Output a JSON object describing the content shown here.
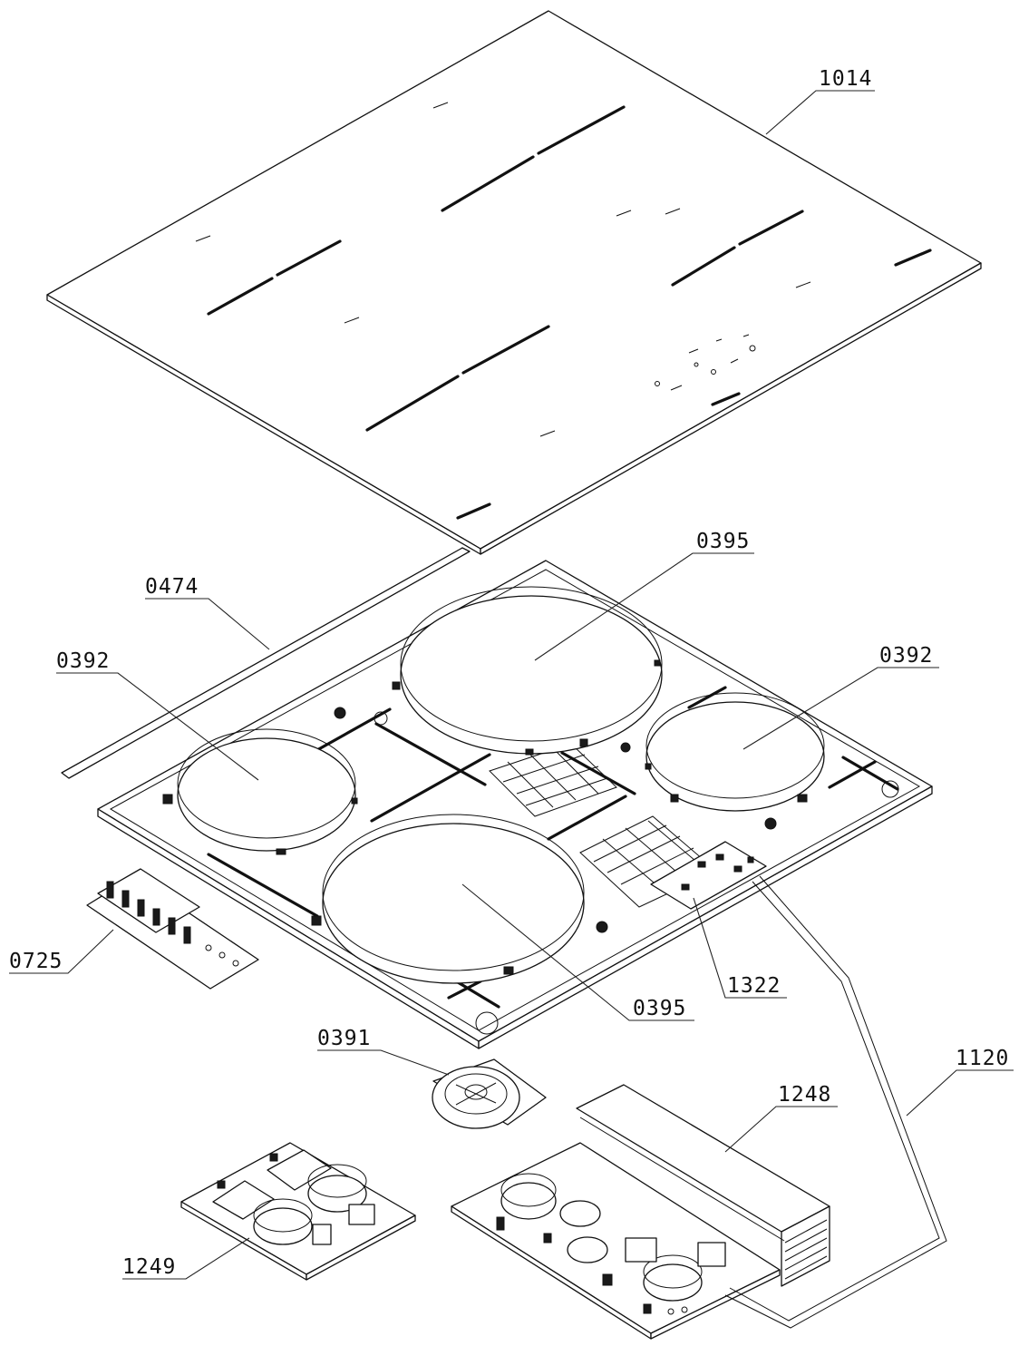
{
  "diagram": {
    "type": "exploded-view",
    "callouts": {
      "c1014": "1014",
      "c0395_top": "0395",
      "c0474": "0474",
      "c0392_left": "0392",
      "c0392_right": "0392",
      "c0725": "0725",
      "c1322": "1322",
      "c0395_bottom": "0395",
      "c0391": "0391",
      "c1120": "1120",
      "c1248": "1248",
      "c1249": "1249"
    }
  }
}
